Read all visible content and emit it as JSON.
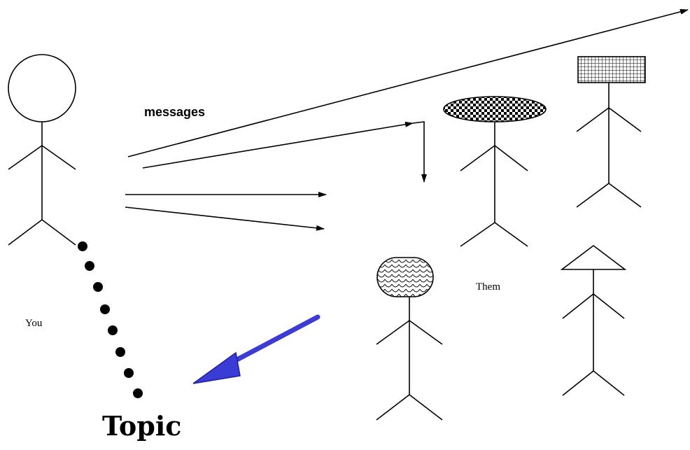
{
  "labels": {
    "messages": "messages",
    "you": "You",
    "them": "Them",
    "topic": "Topic"
  },
  "colors": {
    "ink": "#000000",
    "topic_arrow": "#3b3bd6"
  },
  "figures": [
    {
      "name": "you-figure",
      "head": "circle"
    },
    {
      "name": "them-figure-checker",
      "head": "checkered-ellipse"
    },
    {
      "name": "them-figure-grid",
      "head": "grid-rectangle"
    },
    {
      "name": "them-figure-scale",
      "head": "scale-pattern-oval"
    },
    {
      "name": "them-figure-triangle",
      "head": "triangle"
    }
  ]
}
